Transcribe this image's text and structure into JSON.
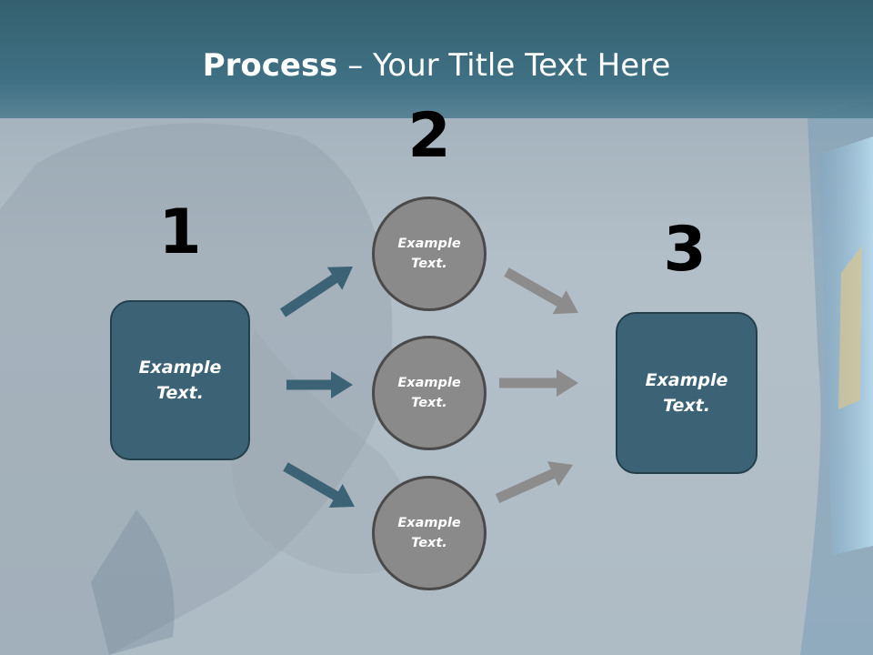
{
  "slide": {
    "title_bold": "Process",
    "title_rest": " – Your Title Text Here"
  },
  "steps": {
    "step1": {
      "number": "1",
      "label": "Example\nText."
    },
    "step2": {
      "number": "2",
      "circles": [
        {
          "label": "Example\nText."
        },
        {
          "label": "Example\nText."
        },
        {
          "label": "Example\nText."
        }
      ]
    },
    "step3": {
      "number": "3",
      "label": "Example\nText."
    }
  },
  "colors": {
    "title_bar": "#3f7184",
    "box_fill": "#3c6275",
    "circle_fill": "#8a8a8a",
    "arrow_blue": "#3c6275",
    "arrow_gray": "#8c8c8c"
  }
}
